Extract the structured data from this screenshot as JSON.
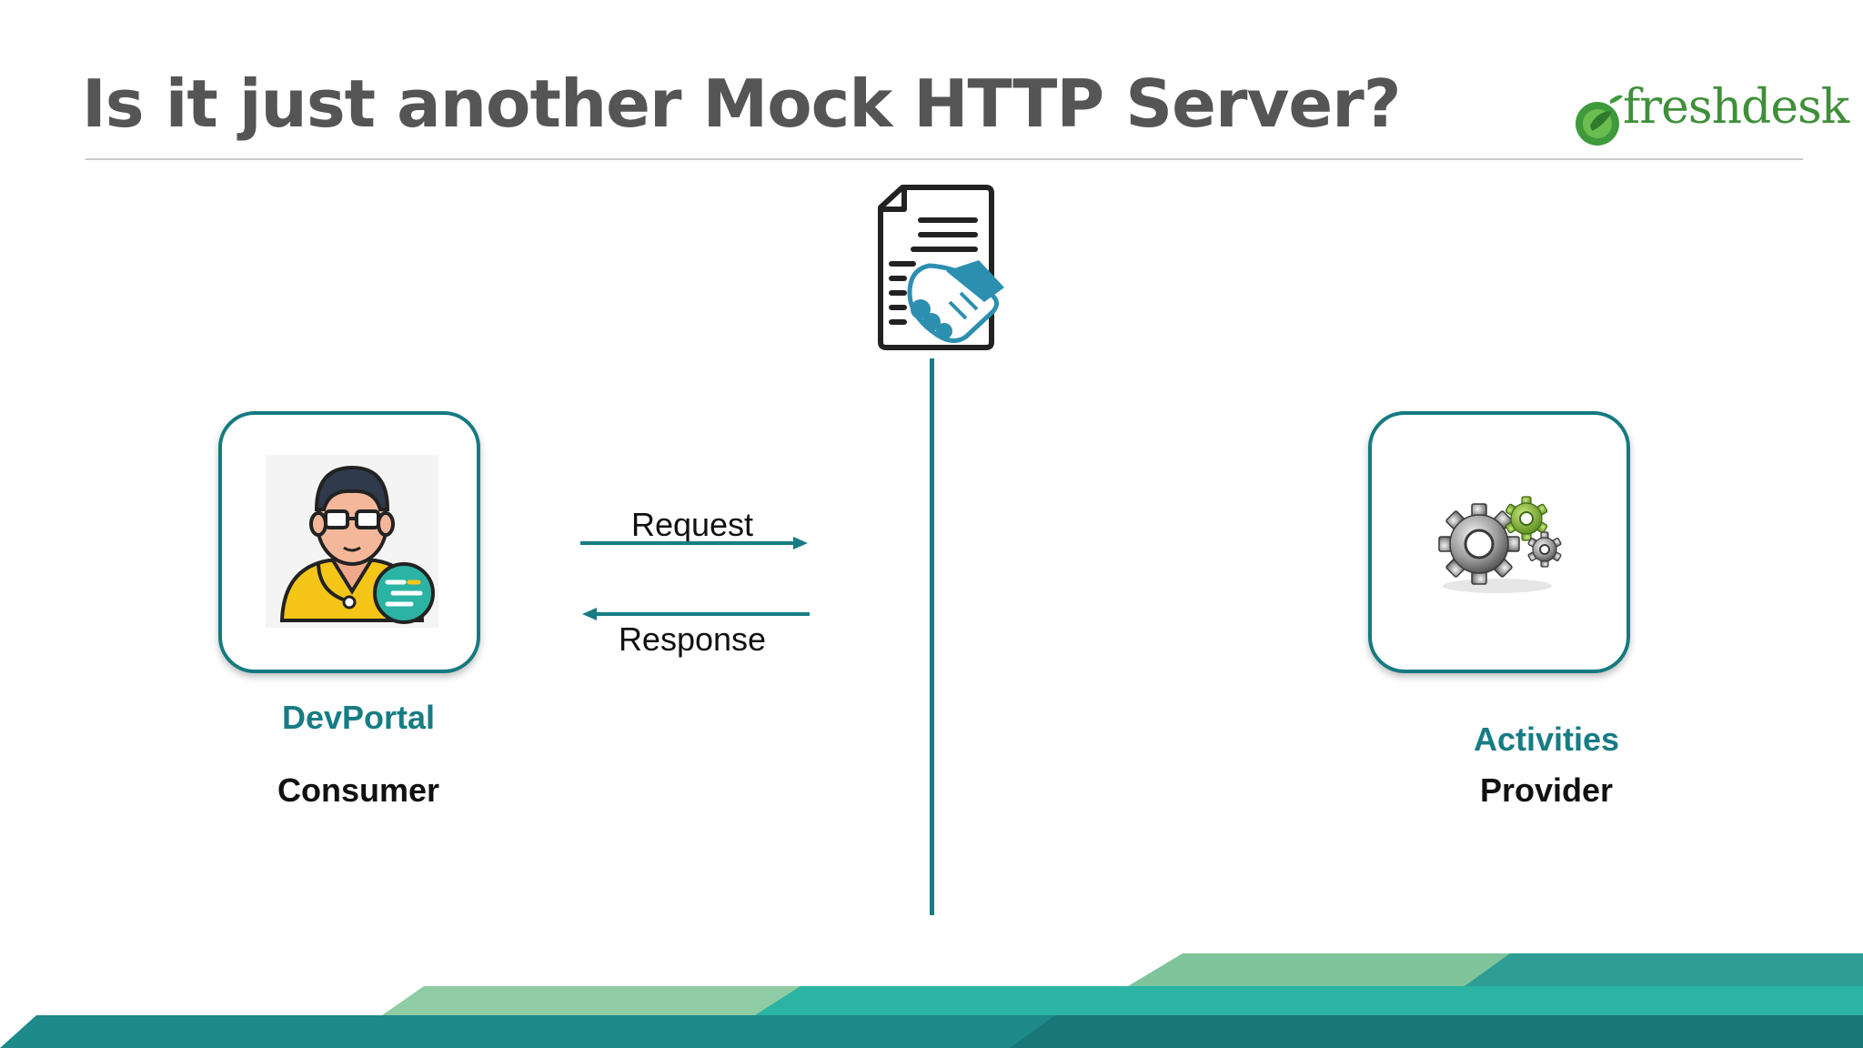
{
  "slide": {
    "title": "Is it just another Mock HTTP Server?",
    "logo_text": "freshdesk"
  },
  "contract_icon": "contract-handshake-icon",
  "consumer": {
    "icon": "developer-avatar-icon",
    "name": "DevPortal",
    "role": "Consumer"
  },
  "provider": {
    "icon": "gears-icon",
    "name": "Activities",
    "role": "Provider"
  },
  "flows": {
    "request_label": "Request",
    "response_label": "Response"
  },
  "colors": {
    "accent": "#177c84",
    "title": "#555555",
    "logo_green": "#3f8f3a",
    "footer_light": "#8fcba4",
    "footer_mid": "#2bb3a3",
    "footer_dark": "#1e8a8a"
  }
}
